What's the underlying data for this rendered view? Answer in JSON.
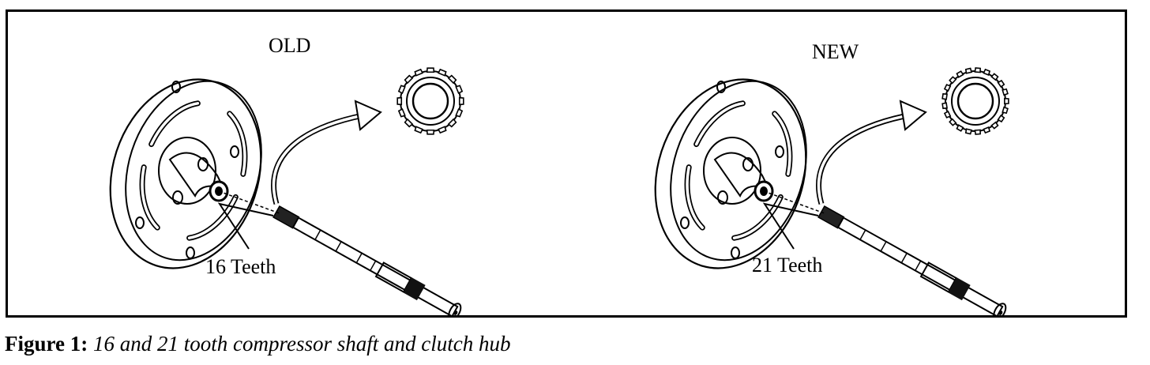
{
  "figure": {
    "panels": [
      {
        "title": "OLD",
        "teeth_label": "16 Teeth",
        "teeth": 16
      },
      {
        "title": "NEW",
        "teeth_label": "21 Teeth",
        "teeth": 21
      }
    ]
  },
  "caption": {
    "label": "Figure 1:",
    "text": "16 and 21 tooth compressor shaft and clutch hub"
  }
}
